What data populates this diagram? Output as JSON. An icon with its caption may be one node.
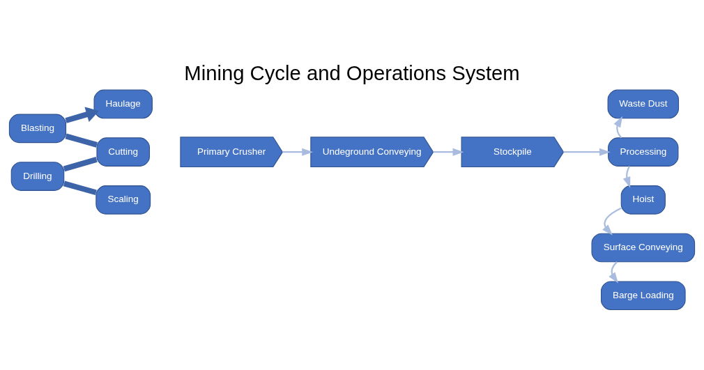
{
  "diagram": {
    "title": "Mining Cycle and Operations System",
    "nodes": [
      {
        "text": [
          "Blasting"
        ]
      },
      {
        "text": [
          "Haulage"
        ]
      },
      {
        "text": [
          "Scaling"
        ]
      },
      {
        "text": [
          "Drilling"
        ]
      },
      {
        "text": [
          "Cutting"
        ]
      },
      {
        "text": [
          "Primary Crusher"
        ]
      },
      {
        "text": [
          "Undeground Conveying"
        ]
      },
      {
        "text": [
          "Stockpile"
        ]
      },
      {
        "text": [
          "Waste Dust"
        ]
      },
      {
        "text": [
          "Processing"
        ]
      },
      {
        "text": [
          "Hoist"
        ]
      },
      {
        "text": [
          "Surface Conveying"
        ]
      },
      {
        "text": [
          "Barge Loading"
        ]
      }
    ],
    "edges": [
      {
        "from": 0,
        "to": 1,
        "arrow": "to",
        "color": "#3d63a9",
        "style": "thick"
      },
      {
        "from": 2,
        "to": 3,
        "arrow": "none",
        "color": "#3d63a9",
        "style": "thick"
      },
      {
        "from": 3,
        "to": 4,
        "arrow": "none",
        "color": "#3d63a9",
        "style": "thick"
      },
      {
        "from": 4,
        "to": 0,
        "arrow": "none",
        "color": "#3d63a9",
        "style": "thick"
      },
      {
        "from": 5,
        "to": 6,
        "arrow": "to"
      },
      {
        "from": 6,
        "to": 7,
        "arrow": "to"
      },
      {
        "from": 7,
        "to": 9,
        "arrow": "to"
      },
      {
        "from": 9,
        "to": 8,
        "arrow": "to"
      },
      {
        "from": 9,
        "to": 10,
        "arrow": "to"
      },
      {
        "from": 10,
        "to": 11,
        "arrow": "to"
      },
      {
        "from": 11,
        "to": 12,
        "arrow": "to"
      }
    ]
  }
}
